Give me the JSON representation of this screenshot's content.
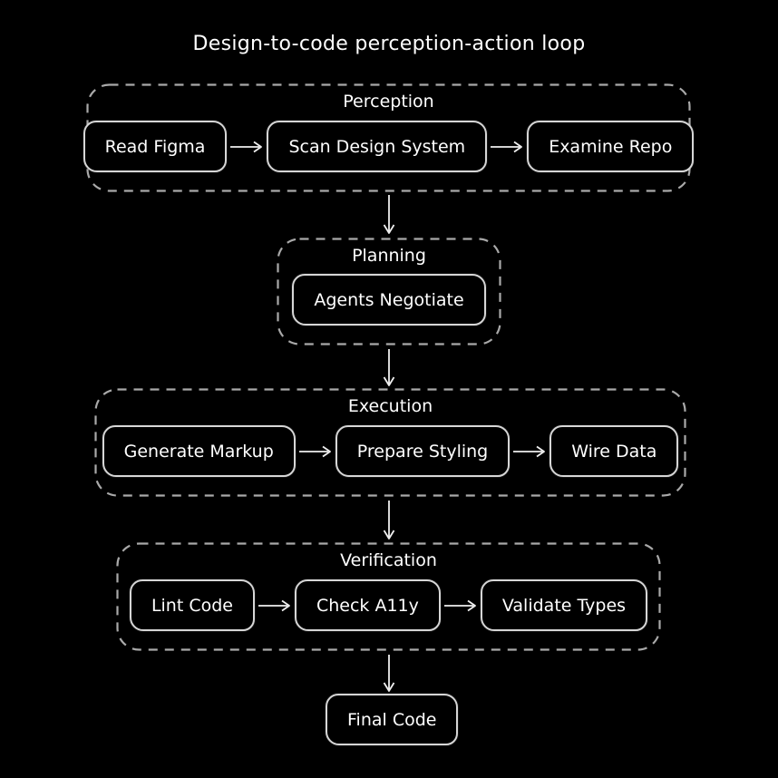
{
  "title": "Design-to-code perception-action loop",
  "colors": {
    "background": "#000000",
    "group_border": "#a9a9a9",
    "node_border": "#d6d6d6",
    "text": "#ffffff",
    "arrow": "#f0f0f0"
  },
  "groups": [
    {
      "id": "perception",
      "label": "Perception",
      "nodes": [
        "Read Figma",
        "Scan Design System",
        "Examine Repo"
      ]
    },
    {
      "id": "planning",
      "label": "Planning",
      "nodes": [
        "Agents Negotiate"
      ]
    },
    {
      "id": "execution",
      "label": "Execution",
      "nodes": [
        "Generate Markup",
        "Prepare Styling",
        "Wire Data"
      ]
    },
    {
      "id": "verification",
      "label": "Verification",
      "nodes": [
        "Lint Code",
        "Check A11y",
        "Validate Types"
      ]
    }
  ],
  "final_node": "Final Code"
}
